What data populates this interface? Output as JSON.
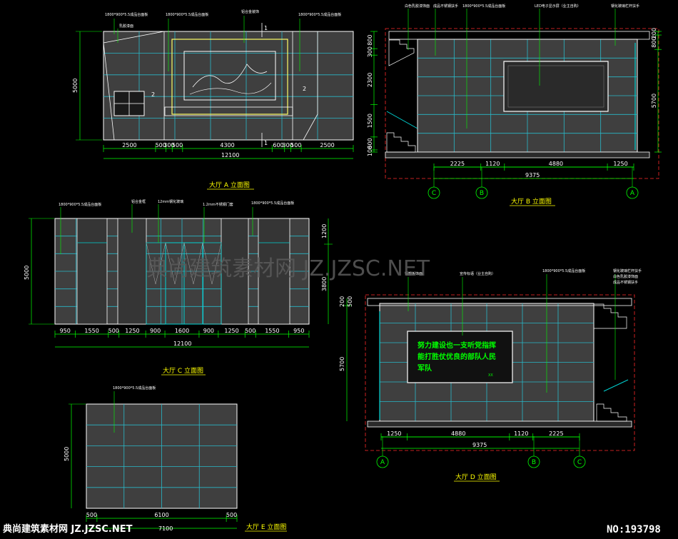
{
  "colors": {
    "background": "#000000",
    "panel": "#3f3f3f",
    "grid": "#29b8c8",
    "outline": "#ffffff",
    "dimension": "#00ff00",
    "accent": "#ffff00",
    "frame": "#ff2a2a",
    "glass": "#00d0d0",
    "wall_hatch": "#4d7a4d"
  },
  "elevation_a": {
    "title": "大厅 A 立面图",
    "height_dim": "5000",
    "total_dim": "12100",
    "segments": [
      "2500",
      "500",
      "300",
      "500",
      "4300",
      "600",
      "300",
      "500",
      "2500"
    ],
    "labels": [
      "1800*900*5.5成品台面板",
      "1800*900*5.5成品台面板",
      "铝合金装饰",
      "1800*900*5.5成品台面板",
      "乳胶漆面"
    ],
    "markers": [
      "1",
      "2",
      "1",
      "2"
    ]
  },
  "elevation_b": {
    "title": "大厅 B 立面图",
    "left_dims": [
      "800",
      "300",
      "2300",
      "1500",
      "600",
      "100"
    ],
    "right_dims": [
      "200",
      "800",
      "5700"
    ],
    "bottom_dims": [
      "2225",
      "1120",
      "4880",
      "1250"
    ],
    "total_dim": "9375",
    "axes": [
      "C",
      "B",
      "A"
    ],
    "labels": [
      "白色乳胶漆饰面",
      "成品不锈钢扶手",
      "1800*900*5.5成品台面板",
      "LED电子显示屏（业主自购）",
      "钢化玻璃栏杆扶手"
    ]
  },
  "elevation_c": {
    "title": "大厅 C 立面图",
    "height_dim": "5000",
    "right_dims": [
      "1200",
      "3800"
    ],
    "segments": [
      "950",
      "1550",
      "500",
      "1250",
      "900",
      "1600",
      "900",
      "1250",
      "500",
      "1550",
      "950"
    ],
    "total_dim": "12100",
    "labels": [
      "1800*900*5.5成品台面板",
      "铝合金框",
      "12mm钢化玻璃",
      "1.2mm不锈钢门套",
      "1800*900*5.5成品台面板"
    ]
  },
  "elevation_d": {
    "title": "大厅 D 立面图",
    "left_dims": [
      "200",
      "500",
      "5700"
    ],
    "bottom_dims": [
      "1250",
      "4880",
      "1120",
      "2225"
    ],
    "total_dim": "9375",
    "axes": [
      "A",
      "B",
      "C"
    ],
    "labels": [
      "铝塑板饰面",
      "宣传标语（业主自购）",
      "1800*900*5.5成品台面板",
      "钢化玻璃栏杆扶手",
      "白色乳胶漆饰面",
      "成品不锈钢扶手"
    ],
    "slogan_lines": [
      "努力建设也一支听党指挥",
      "能打胜仗优良的部队人民",
      "军队"
    ],
    "slogan_sign": "XX"
  },
  "elevation_e": {
    "title": "大厅 E 立面图",
    "height_dim": "5000",
    "segments": [
      "500",
      "6100",
      "500"
    ],
    "total_dim": "7100",
    "labels": [
      "1800*900*5.5成品台面板"
    ]
  },
  "watermark": "典尚建筑素材网 JZ.JZSC.NET",
  "footer_watermark": "典尚建筑素材网 JZ.JZSC.NET",
  "serial": "NO:193798"
}
